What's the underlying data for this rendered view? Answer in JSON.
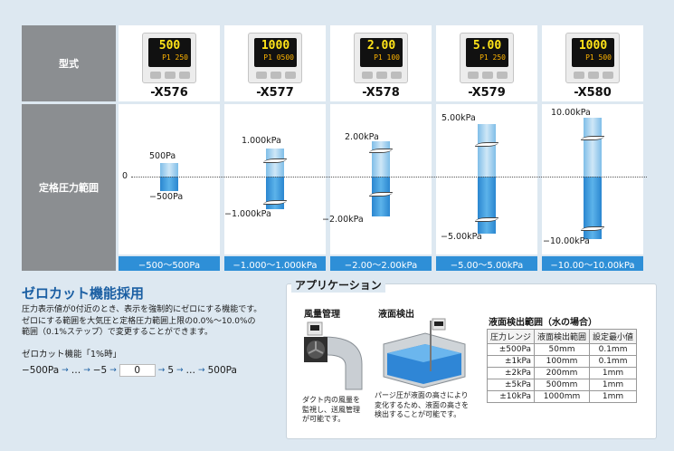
{
  "rows": {
    "model_label": "型式",
    "pressure_label": "定格圧力範囲",
    "zero": "0"
  },
  "models": [
    {
      "name": "-X576",
      "main": "500",
      "sub": "P1 250",
      "pos": "500Pa",
      "neg": "−500Pa",
      "range": "−500〜500Pa"
    },
    {
      "name": "-X577",
      "main": "1000",
      "sub": "P1 0500",
      "pos": "1.000kPa",
      "neg": "−1.000kPa",
      "range": "−1.000〜1.000kPa"
    },
    {
      "name": "-X578",
      "main": "2.00",
      "sub": "P1 100",
      "pos": "2.00kPa",
      "neg": "−2.00kPa",
      "range": "−2.00〜2.00kPa"
    },
    {
      "name": "-X579",
      "main": "5.00",
      "sub": "P1 250",
      "pos": "5.00kPa",
      "neg": "−5.00kPa",
      "range": "−5.00〜5.00kPa"
    },
    {
      "name": "-X580",
      "main": "1000",
      "sub": "P1 500",
      "pos": "10.00kPa",
      "neg": "−10.00kPa",
      "range": "−10.00〜10.00kPa"
    }
  ],
  "zerocut": {
    "title": "ゼロカット機能採用",
    "lines": [
      "圧力表示値が0付近のとき、表示を強制的にゼロにする機能です。",
      "ゼロにする範囲を大気圧と定格圧力範囲上限の0.0%〜10.0%の",
      "範囲（0.1%ステップ）で変更することができます。"
    ],
    "example_label": "ゼロカット機能「1%時」",
    "seq": [
      "−500Pa",
      "→",
      "…",
      "→",
      "−5",
      "→",
      "0",
      "→",
      "5",
      "→",
      "…",
      "→",
      "500Pa"
    ]
  },
  "app": {
    "title": "アプリケーション",
    "wind": {
      "head": "風量管理",
      "text": [
        "ダクト内の風量を",
        "監視し、送風管理",
        "が可能です。"
      ]
    },
    "level": {
      "head": "液面検出",
      "text": [
        "パージ圧が液面の高さにより",
        "変化するため、液面の高さを",
        "検出することが可能です。"
      ]
    },
    "table_title": "液面検出範囲（水の場合）",
    "headers": [
      "圧力レンジ",
      "液面検出範囲",
      "設定最小値"
    ],
    "rows": [
      [
        "±500Pa",
        "50mm",
        "0.1mm"
      ],
      [
        "±1kPa",
        "100mm",
        "0.1mm"
      ],
      [
        "±2kPa",
        "200mm",
        "1mm"
      ],
      [
        "±5kPa",
        "500mm",
        "1mm"
      ],
      [
        "±10kPa",
        "1000mm",
        "1mm"
      ]
    ]
  }
}
